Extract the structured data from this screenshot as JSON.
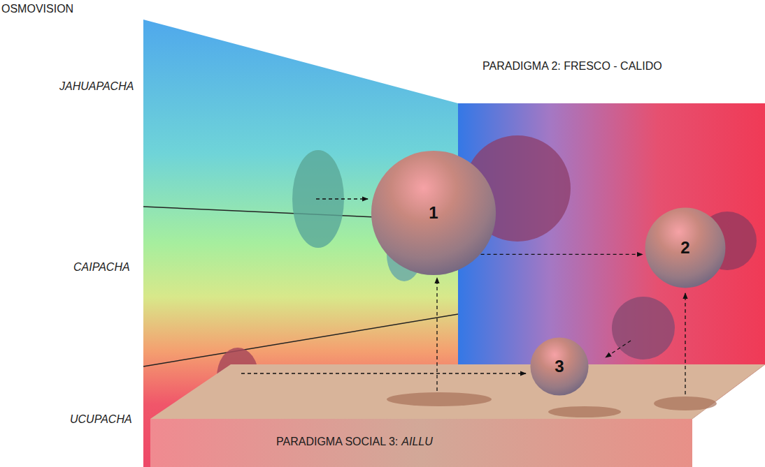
{
  "diagram": {
    "nodes": [
      {
        "text": [
          "1"
        ]
      },
      {
        "text": [
          "2"
        ]
      },
      {
        "text": [
          "3"
        ]
      }
    ],
    "edges": [
      {
        "from": 0,
        "to": 1,
        "arrow": "to"
      }
    ],
    "labels": [
      "OSMOVISION",
      "JAHUAPACHA",
      "CAIPACHA",
      "UCUPACHA",
      "PARADIGMA 2: FRESCO - CALIDO",
      "PARADIGMA SOCIAL 3:",
      "AILLU"
    ]
  }
}
